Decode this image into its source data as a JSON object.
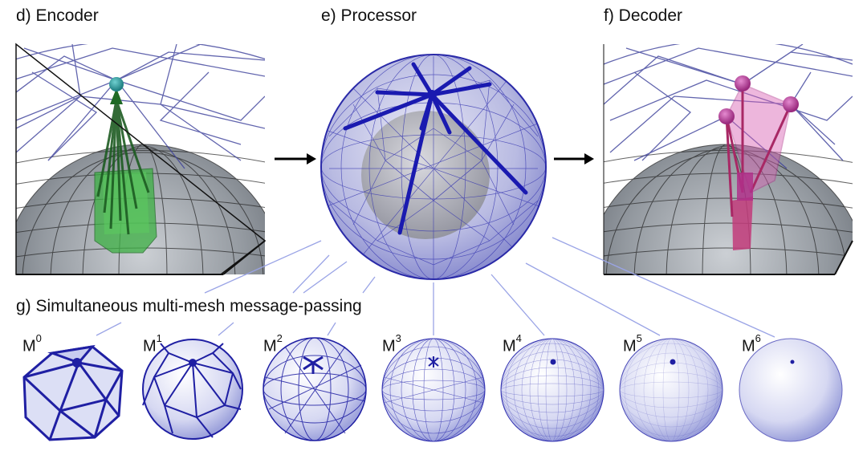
{
  "panels": {
    "encoder": {
      "label": "d)  Encoder"
    },
    "processor": {
      "label": "e)  Processor"
    },
    "decoder": {
      "label": "f)  Decoder"
    }
  },
  "section_g": {
    "label": "g)  Simultaneous multi-mesh message-passing"
  },
  "meshes": [
    {
      "base": "M",
      "sup": "0"
    },
    {
      "base": "M",
      "sup": "1"
    },
    {
      "base": "M",
      "sup": "2"
    },
    {
      "base": "M",
      "sup": "3"
    },
    {
      "base": "M",
      "sup": "4"
    },
    {
      "base": "M",
      "sup": "5"
    },
    {
      "base": "M",
      "sup": "6"
    }
  ],
  "colors": {
    "mesh_blue": "#2a2aa8",
    "encoder_green": "#2f8f2f",
    "decoder_magenta": "#b0308a",
    "connector_line": "#9aa4e6"
  }
}
